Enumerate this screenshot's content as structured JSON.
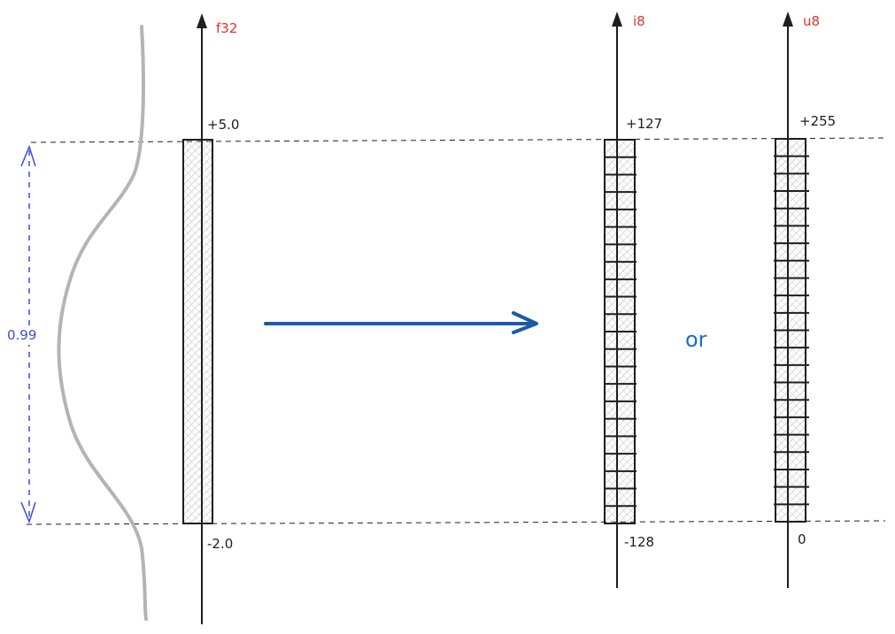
{
  "diagram": {
    "source": {
      "type_label": "f32",
      "max_label": "+5.0",
      "min_label": "-2.0"
    },
    "range_annotation": "0.99",
    "conjunction": "or",
    "targets": [
      {
        "type_label": "i8",
        "max_label": "+127",
        "min_label": "-128"
      },
      {
        "type_label": "u8",
        "max_label": "+255",
        "min_label": "0"
      }
    ],
    "colors": {
      "type": "#e03131",
      "range": "#3b4fd8",
      "arrow": "#1c5aa6",
      "curve": "#b4b4b4",
      "ink": "#1e1e1e"
    }
  }
}
